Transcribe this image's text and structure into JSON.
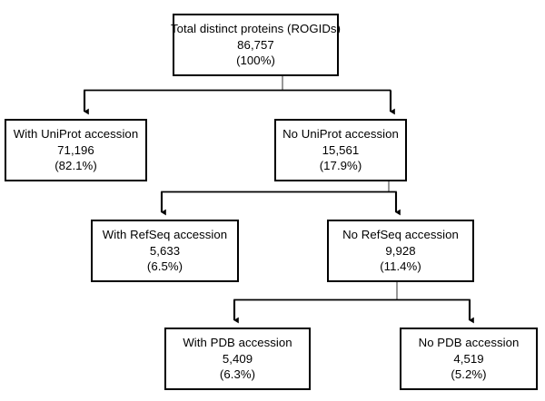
{
  "figure": {
    "type": "flowchart",
    "title_node": "total-proteins",
    "background_color": "#ffffff",
    "line_color": "#000000",
    "stub_color": "#7f7f7f"
  },
  "nodes": {
    "total": {
      "title": "Total distinct proteins (ROGIDs)",
      "count": "86,757",
      "percent": "(100%)"
    },
    "with_uniprot": {
      "title": "With UniProt accession",
      "count": "71,196",
      "percent": "(82.1%)"
    },
    "no_uniprot": {
      "title": "No UniProt accession",
      "count": "15,561",
      "percent": "(17.9%)"
    },
    "with_refseq": {
      "title": "With RefSeq accession",
      "count": "5,633",
      "percent": "(6.5%)"
    },
    "no_refseq": {
      "title": "No RefSeq accession",
      "count": "9,928",
      "percent": "(11.4%)"
    },
    "with_pdb": {
      "title": "With PDB accession",
      "count": "5,409",
      "percent": "(6.3%)"
    },
    "no_pdb": {
      "title": "No PDB accession",
      "count": "4,519",
      "percent": "(5.2%)"
    }
  }
}
